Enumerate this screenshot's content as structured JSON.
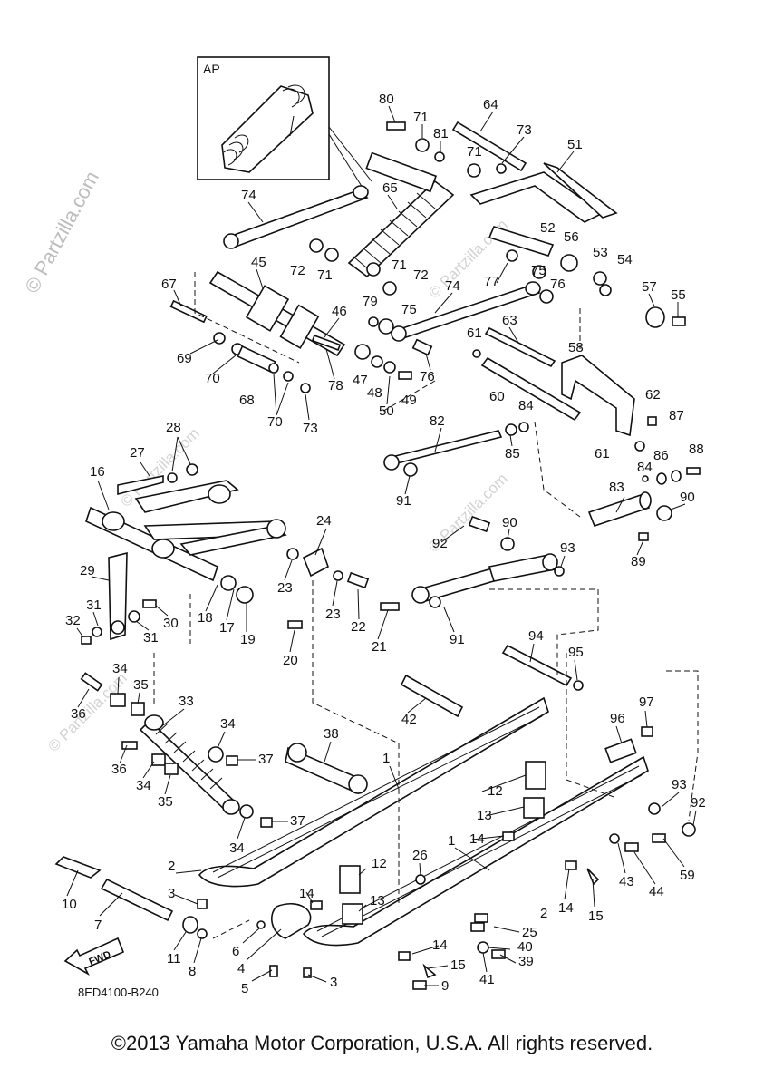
{
  "watermark": "© Partzilla.com",
  "inset_label": "AP",
  "diagram_code": "8ED4100-B240",
  "fwd_label": "FWD",
  "copyright": "©2013 Yamaha Motor Corporation, U.S.A. All rights reserved.",
  "callouts": [
    "80",
    "71",
    "81",
    "64",
    "73",
    "51",
    "71",
    "65",
    "74",
    "52",
    "56",
    "53",
    "54",
    "72",
    "71",
    "71",
    "72",
    "45",
    "67",
    "77",
    "75",
    "76",
    "57",
    "55",
    "46",
    "79",
    "75",
    "74",
    "63",
    "69",
    "70",
    "68",
    "70",
    "73",
    "78",
    "47",
    "48",
    "50",
    "49",
    "76",
    "61",
    "58",
    "60",
    "84",
    "62",
    "82",
    "85",
    "61",
    "86",
    "87",
    "88",
    "28",
    "27",
    "16",
    "84",
    "83",
    "90",
    "91",
    "24",
    "92",
    "90",
    "93",
    "89",
    "29",
    "23",
    "23",
    "22",
    "21",
    "31",
    "30",
    "32",
    "31",
    "18",
    "17",
    "19",
    "20",
    "91",
    "94",
    "95",
    "34",
    "35",
    "36",
    "33",
    "42",
    "97",
    "96",
    "34",
    "37",
    "38",
    "1",
    "36",
    "34",
    "35",
    "12",
    "37",
    "34",
    "13",
    "93",
    "92",
    "14",
    "59",
    "43",
    "44",
    "1",
    "26",
    "2",
    "12",
    "3",
    "14",
    "13",
    "15",
    "14",
    "10",
    "7",
    "11",
    "8",
    "6",
    "4",
    "5",
    "3",
    "25",
    "2",
    "40",
    "14",
    "15",
    "9",
    "41",
    "39"
  ]
}
